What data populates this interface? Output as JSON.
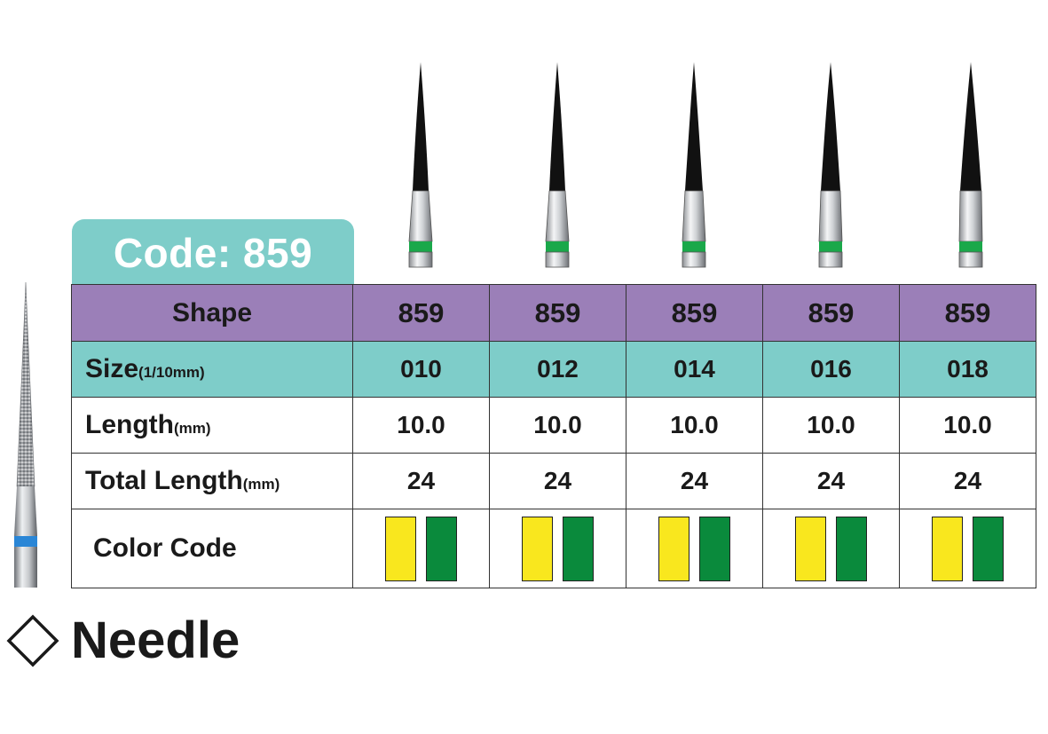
{
  "code_label": "Code: 859",
  "table": {
    "shape_label": "Shape",
    "size_label": "Size",
    "size_unit": "(1/10mm)",
    "length_label": "Length",
    "length_unit": "(mm)",
    "total_label": "Total Length",
    "total_unit": "(mm)",
    "color_label": "Color Code",
    "columns": [
      {
        "shape": "859",
        "size": "010",
        "length": "10.0",
        "total": "24"
      },
      {
        "shape": "859",
        "size": "012",
        "length": "10.0",
        "total": "24"
      },
      {
        "shape": "859",
        "size": "014",
        "length": "10.0",
        "total": "24"
      },
      {
        "shape": "859",
        "size": "016",
        "length": "10.0",
        "total": "24"
      },
      {
        "shape": "859",
        "size": "018",
        "length": "10.0",
        "total": "24"
      }
    ],
    "color_code_colors": [
      "#f9e71e",
      "#0a8a3c"
    ]
  },
  "colors": {
    "shape_row": "#9b7fb8",
    "size_row": "#7ecdc9",
    "tab": "#7ecdc9",
    "bur_ring": "#1aa84a",
    "side_bur_ring": "#2a86d6"
  },
  "bottom_title": "Needle",
  "icons": [
    "bur-icon",
    "diamond-outline-icon",
    "diamond-bur-icon"
  ]
}
